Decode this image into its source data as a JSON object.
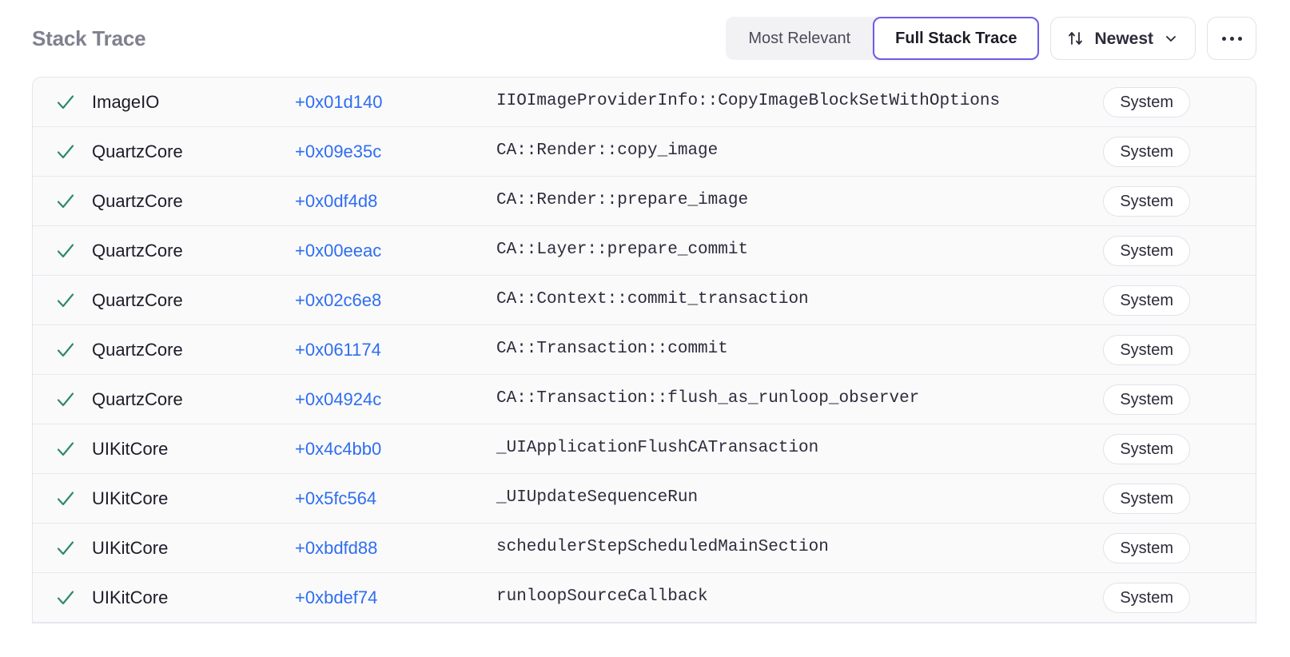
{
  "header": {
    "title": "Stack Trace",
    "segmented": {
      "options": [
        {
          "label": "Most Relevant",
          "active": false
        },
        {
          "label": "Full Stack Trace",
          "active": true
        }
      ]
    },
    "sort": {
      "icon": "sort-arrows-icon",
      "label": "Newest",
      "chevron": "chevron-down-icon"
    },
    "overflow": {
      "icon": "ellipsis-icon",
      "label": "..."
    }
  },
  "colors": {
    "accent": "#6c5ce7",
    "link": "#2f6ef0",
    "check": "#2f8a68",
    "title": "#80808f",
    "row_bg": "#fafafb",
    "border": "#e4e4ec"
  },
  "frames": {
    "columns": [
      "status",
      "package",
      "offset",
      "symbol",
      "origin"
    ],
    "rows": [
      {
        "status_icon": "check-icon",
        "package": "ImageIO",
        "offset": "+0x01d140",
        "symbol": "IIOImageProviderInfo::CopyImageBlockSetWithOptions",
        "origin": "System"
      },
      {
        "status_icon": "check-icon",
        "package": "QuartzCore",
        "offset": "+0x09e35c",
        "symbol": "CA::Render::copy_image",
        "origin": "System"
      },
      {
        "status_icon": "check-icon",
        "package": "QuartzCore",
        "offset": "+0x0df4d8",
        "symbol": "CA::Render::prepare_image",
        "origin": "System"
      },
      {
        "status_icon": "check-icon",
        "package": "QuartzCore",
        "offset": "+0x00eeac",
        "symbol": "CA::Layer::prepare_commit",
        "origin": "System"
      },
      {
        "status_icon": "check-icon",
        "package": "QuartzCore",
        "offset": "+0x02c6e8",
        "symbol": "CA::Context::commit_transaction",
        "origin": "System"
      },
      {
        "status_icon": "check-icon",
        "package": "QuartzCore",
        "offset": "+0x061174",
        "symbol": "CA::Transaction::commit",
        "origin": "System"
      },
      {
        "status_icon": "check-icon",
        "package": "QuartzCore",
        "offset": "+0x04924c",
        "symbol": "CA::Transaction::flush_as_runloop_observer",
        "origin": "System"
      },
      {
        "status_icon": "check-icon",
        "package": "UIKitCore",
        "offset": "+0x4c4bb0",
        "symbol": "_UIApplicationFlushCATransaction",
        "origin": "System"
      },
      {
        "status_icon": "check-icon",
        "package": "UIKitCore",
        "offset": "+0x5fc564",
        "symbol": "_UIUpdateSequenceRun",
        "origin": "System"
      },
      {
        "status_icon": "check-icon",
        "package": "UIKitCore",
        "offset": "+0xbdfd88",
        "symbol": "schedulerStepScheduledMainSection",
        "origin": "System"
      },
      {
        "status_icon": "check-icon",
        "package": "UIKitCore",
        "offset": "+0xbdef74",
        "symbol": "runloopSourceCallback",
        "origin": "System"
      }
    ]
  }
}
